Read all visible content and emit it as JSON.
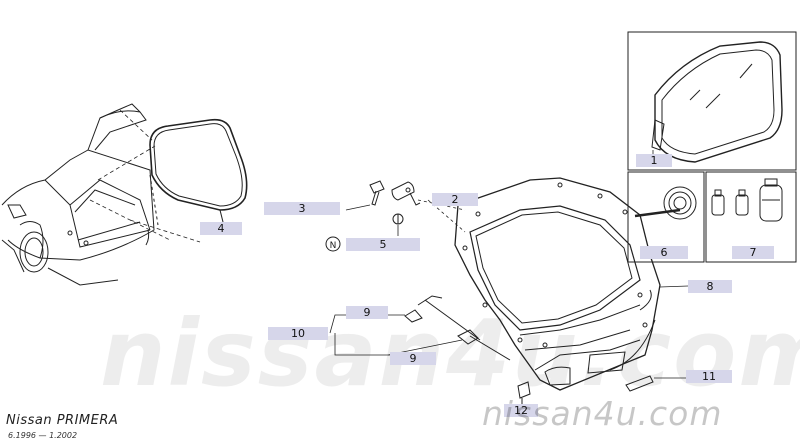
{
  "callouts": {
    "c1": "1",
    "c2": "2",
    "c3": "3",
    "c4": "4",
    "c5": "5",
    "c6": "6",
    "c7": "7",
    "c8": "8",
    "c9a": "9",
    "c9b": "9",
    "c10": "10",
    "c11": "11",
    "c12": "12"
  },
  "caption": {
    "model": "Nissan PRIMERA",
    "years": "6.1996 — 1.2002"
  },
  "watermark": {
    "big": "nissan4u.com",
    "site": "nissan4u.com"
  },
  "nut_glyph": "N",
  "colors": {
    "label_bg": "#d6d6ea",
    "line": "#222222"
  }
}
